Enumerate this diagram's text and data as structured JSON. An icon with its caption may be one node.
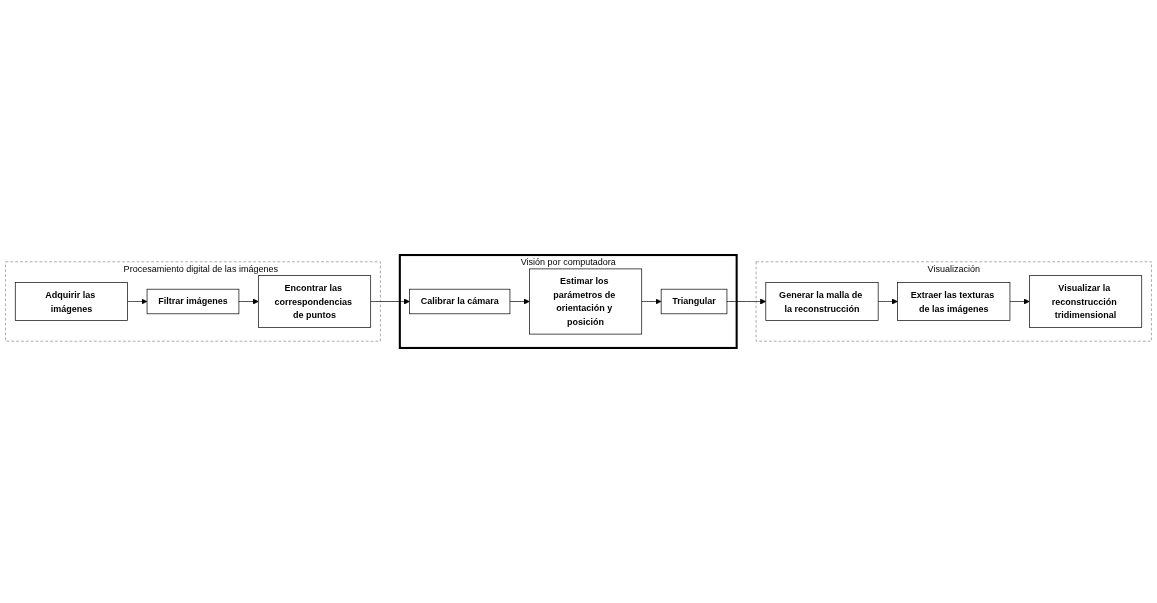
{
  "diagram": {
    "nodes": [
      {
        "text": [
          "Procesamiento digital de las imágenes"
        ]
      },
      {
        "text": [
          "Adquirir las imágenes"
        ],
        "in": 0
      },
      {
        "text": [
          "Filtrar imágenes"
        ],
        "in": 0
      },
      {
        "text": [
          "Encontrar las correspondencias de puntos"
        ],
        "in": 0
      },
      {
        "text": [
          "Visión por computadora"
        ]
      },
      {
        "text": [
          "Triangular"
        ],
        "in": 4
      },
      {
        "text": [
          "Estimar los parámetros de orientación y posición"
        ],
        "in": 4
      },
      {
        "text": [
          "Calibrar la cámara"
        ],
        "in": 4
      },
      {
        "text": [
          "Visualización"
        ]
      },
      {
        "text": [
          "Generar la malla de la reconstrucción"
        ],
        "in": 8
      },
      {
        "text": [
          "Extraer las texturas de las imágenes"
        ],
        "in": 8
      },
      {
        "text": [
          "Visualizar la reconstrucción tridimensional"
        ],
        "in": 8
      }
    ],
    "edges": [
      {
        "from": 1,
        "to": 2,
        "arrow": "to"
      },
      {
        "from": 2,
        "to": 3,
        "arrow": "to"
      },
      {
        "from": 3,
        "to": 7,
        "arrow": "to"
      },
      {
        "from": 7,
        "to": 6,
        "arrow": "to"
      },
      {
        "from": 6,
        "to": 5,
        "arrow": "to"
      },
      {
        "from": 5,
        "to": 9,
        "arrow": "to"
      },
      {
        "from": 9,
        "to": 10,
        "arrow": "to"
      },
      {
        "from": 10,
        "to": 11,
        "arrow": "to"
      }
    ]
  }
}
